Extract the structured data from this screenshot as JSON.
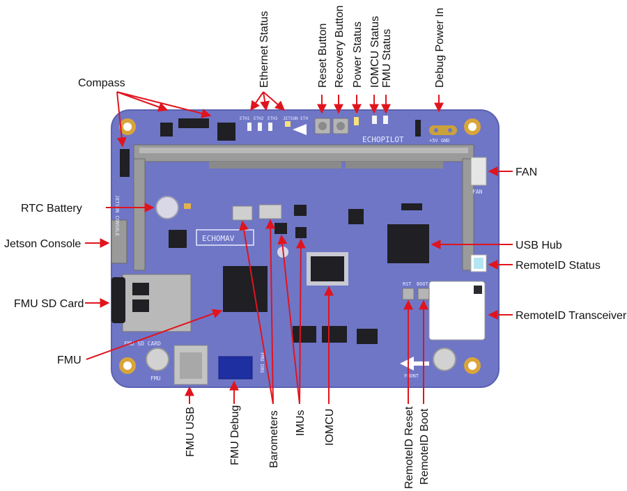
{
  "colors": {
    "board": "#6f76c6",
    "board_edge": "#5a61b0",
    "arrow": "#e0141e",
    "connector": "#8a8a8a",
    "gold": "#d9a53a",
    "chip": "#1f1f24"
  },
  "silkscreen": {
    "brand": "ECHOPILOT",
    "logo": "ECHOMAV",
    "jetson_console": "JETSON CONSOLE",
    "fmu_sd_card": "FMU SD CARD",
    "fmu": "FMU",
    "fmu_dbg": "FMU DBG",
    "fan": "FAN",
    "rst": "RST",
    "boot": "BOOT",
    "front": "FRONT",
    "eth_labels": [
      "ETH1",
      "ETH2",
      "ETH3",
      "JETSON ETH"
    ],
    "debug_power": "+5V GND"
  },
  "labels": {
    "compass": "Compass",
    "ethernet_status": "Ethernet Status",
    "reset_button": "Reset Button",
    "recovery_button": "Recovery Button",
    "power_status": "Power Status",
    "iomcu_status": "IOMCU Status",
    "fmu_status": "FMU Status",
    "debug_power_in": "Debug Power In",
    "fan": "FAN",
    "usb_hub": "USB Hub",
    "remoteid_status": "RemoteID Status",
    "remoteid_transceiver": "RemoteID Transceiver",
    "rtc_battery": "RTC Battery",
    "jetson_console": "Jetson Console",
    "fmu_sd_card": "FMU SD Card",
    "fmu": "FMU",
    "fmu_usb": "FMU USB",
    "fmu_debug": "FMU Debug",
    "barometers": "Barometers",
    "imus": "IMUs",
    "iomcu": "IOMCU",
    "remoteid_reset": "RemoteID Reset",
    "remoteid_boot": "RemoteID Boot"
  }
}
